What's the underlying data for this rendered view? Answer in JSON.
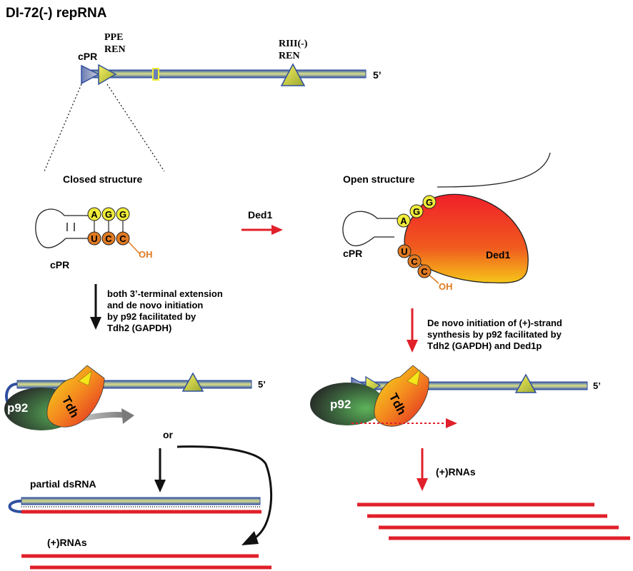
{
  "title": "DI-72(-) repRNA",
  "top": {
    "ppe": "PPE",
    "ren1": "REN",
    "riii": "RIII(-)",
    "ren2": "REN",
    "cpr": "cPR",
    "five_prime": "5’"
  },
  "closed": {
    "title": "Closed structure",
    "bases_top": [
      "A",
      "G",
      "G"
    ],
    "bases_bottom": [
      "U",
      "C",
      "C"
    ],
    "oh": "OH",
    "cpr": "cPR"
  },
  "ded1_arrow": {
    "label": "Ded1"
  },
  "open": {
    "title": "Open structure",
    "bases_top": [
      "A",
      "G",
      "G"
    ],
    "bases_bottom": [
      "U",
      "C",
      "C"
    ],
    "oh": "OH",
    "cpr": "cPR",
    "ded1": "Ded1"
  },
  "left_step": {
    "lines": [
      "both 3’-terminal extension",
      "and de novo initiation",
      "by p92 facilitated by",
      "Tdh2 (GAPDH)"
    ]
  },
  "right_step": {
    "lines": [
      "De novo initiation of (+)-strand",
      "synthesis by p92 facilitated by",
      "Tdh2 (GAPDH) and Ded1p"
    ]
  },
  "left_complex": {
    "p92": "p92",
    "tdh": "Tdh",
    "five_prime": "5’",
    "or": "or"
  },
  "right_complex": {
    "p92": "p92",
    "tdh": "Tdh",
    "five_prime": "5’"
  },
  "partial": {
    "label": "partial dsRNA"
  },
  "left_products": {
    "label": "(+)RNAs"
  },
  "right_products": {
    "label": "(+)RNAs"
  },
  "colors": {
    "rna_blue": "#2f4f9f",
    "rna_core": "#b8c27a",
    "red": "#e0202a",
    "yellow": "#f0ec3a",
    "orange": "#e07a22"
  }
}
